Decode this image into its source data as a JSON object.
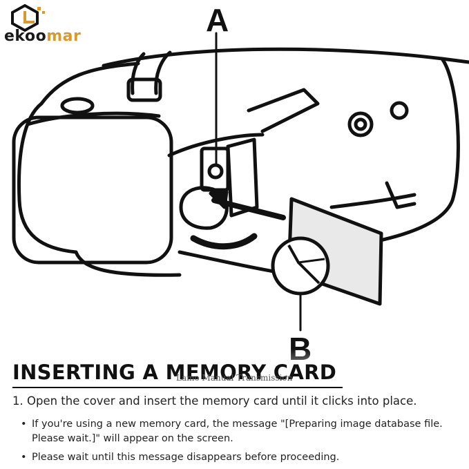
{
  "brand": {
    "name_part1": "ekoo",
    "name_part2": "mar",
    "accent_color": "#d99a2b"
  },
  "figure": {
    "label_a": "A",
    "label_b": "B"
  },
  "watermark": "Lamo Manual Transmission",
  "heading": "INSERTING A MEMORY CARD",
  "step": "1. Open the cover and insert the memory card until it clicks into place.",
  "bullets": [
    "If you're using a new memory card, the message \"[Preparing image database file. Please wait.]\" will appear on the screen.",
    "Please wait until this message disappears before proceeding."
  ]
}
